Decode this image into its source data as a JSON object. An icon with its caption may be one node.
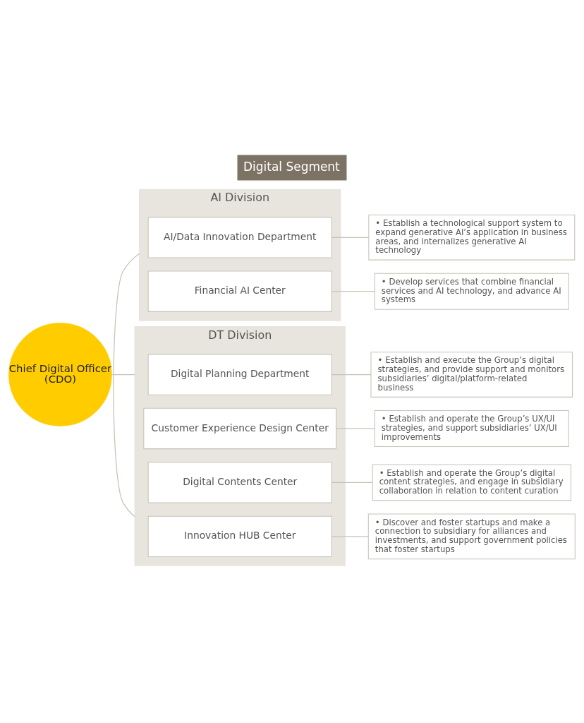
{
  "diagram": {
    "title": "Digital Segment",
    "nodes": [
      {
        "text": [
          "Chief Digital Officer (CDO)"
        ]
      },
      {
        "text": [
          "DT Division"
        ]
      },
      {
        "text": [
          "Digital Planning Department"
        ],
        "in": 1
      },
      {
        "text": [
          "Customer Experience Design Center"
        ],
        "in": 1
      },
      {
        "text": [
          "Digital Contents Center"
        ],
        "in": 1
      },
      {
        "text": [
          "Innovation HUB Center"
        ],
        "in": 1
      },
      {
        "text": [
          "AI Division"
        ]
      },
      {
        "text": [
          "AI/Data Innovation Department"
        ],
        "in": 6
      },
      {
        "text": [
          "Financial AI Center"
        ],
        "in": 6
      },
      {
        "text": [
          "• Establish and execute the Group’s digital strategies, and provide support and monitors subsidiaries’ digital/platform-related business"
        ]
      },
      {
        "text": [
          "• Establish and operate the Group’s UX/UI strategies, and support subsidiaries’ UX/UI improvements"
        ]
      },
      {
        "text": [
          "• Establish and operate the Group’s digital content strategies, and engage in subsidiary collaboration in relation to content curation"
        ]
      },
      {
        "text": [
          "• Discover and foster startups and make a connection to subsidiary for alliances and investments, and support government policies that foster startups"
        ]
      },
      {
        "text": [
          "• Establish a technological support system to expand generative AI’s application in business areas, and internalizes generative AI technology"
        ]
      },
      {
        "text": [
          "• Develop services that combine financial services and AI technology, and advance AI systems"
        ]
      }
    ],
    "edges": [
      {
        "from": 0,
        "to": 1,
        "arrow": "none"
      },
      {
        "from": 1,
        "to": 6,
        "arrow": "none"
      },
      {
        "from": 2,
        "to": 9,
        "arrow": "none"
      },
      {
        "from": 3,
        "to": 10,
        "arrow": "none"
      },
      {
        "from": 4,
        "to": 11,
        "arrow": "none"
      },
      {
        "from": 5,
        "to": 12,
        "arrow": "none"
      },
      {
        "from": 7,
        "to": 13,
        "arrow": "none"
      },
      {
        "from": 8,
        "to": 14,
        "arrow": "none"
      }
    ]
  }
}
